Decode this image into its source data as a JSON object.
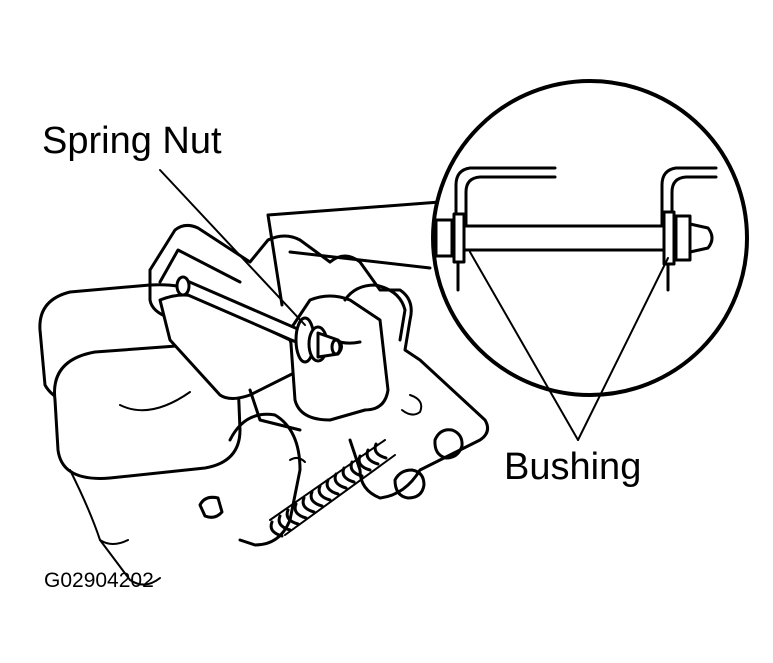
{
  "labels": {
    "spring_nut": "Spring Nut",
    "bushing": "Bushing",
    "figure_code": "G02904202"
  },
  "colors": {
    "line": "#000000",
    "background": "#ffffff"
  }
}
